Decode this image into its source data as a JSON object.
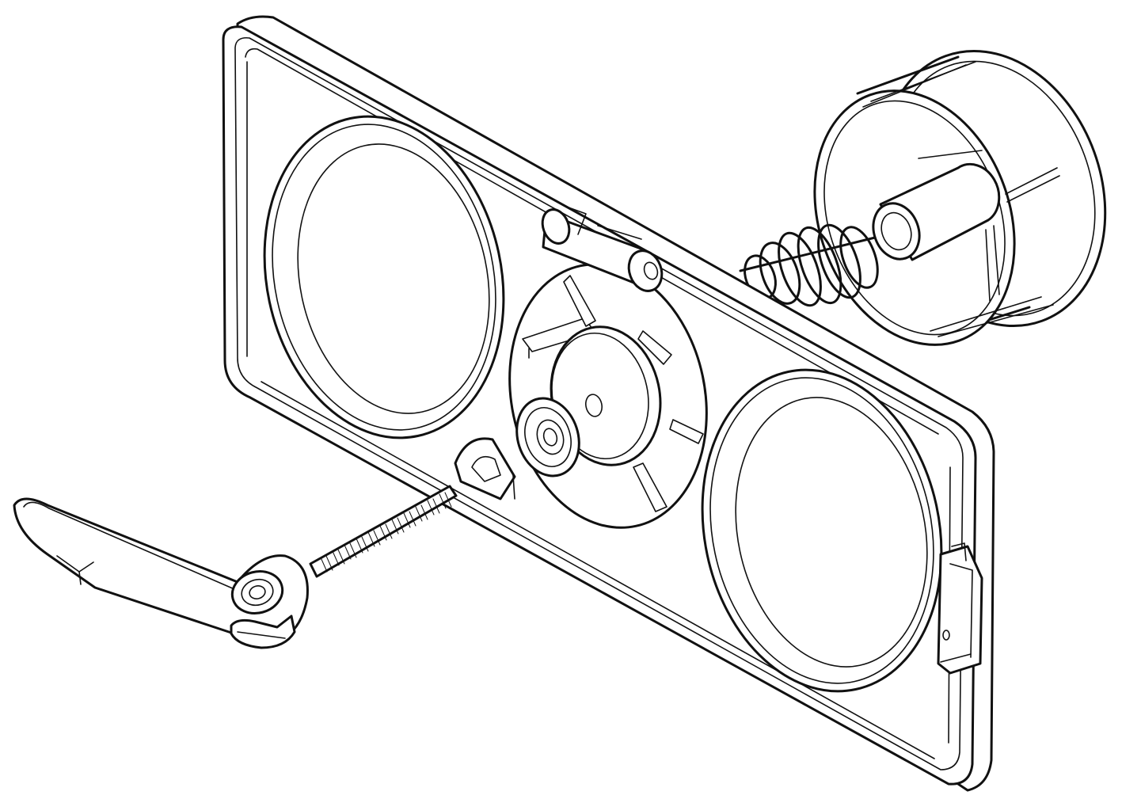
{
  "figure": {
    "style": "black line-art patent drawing on white background",
    "line_color": "#111111",
    "background_color": "#ffffff",
    "parts": [
      "mounting-plate",
      "left-circular-opening",
      "right-circular-opening",
      "eccentric-cam-disc",
      "washer",
      "lug-tab",
      "guide-pin",
      "hinge-clip",
      "compression-spring",
      "cylindrical-cap",
      "threaded-rod",
      "clamping-lever"
    ]
  }
}
